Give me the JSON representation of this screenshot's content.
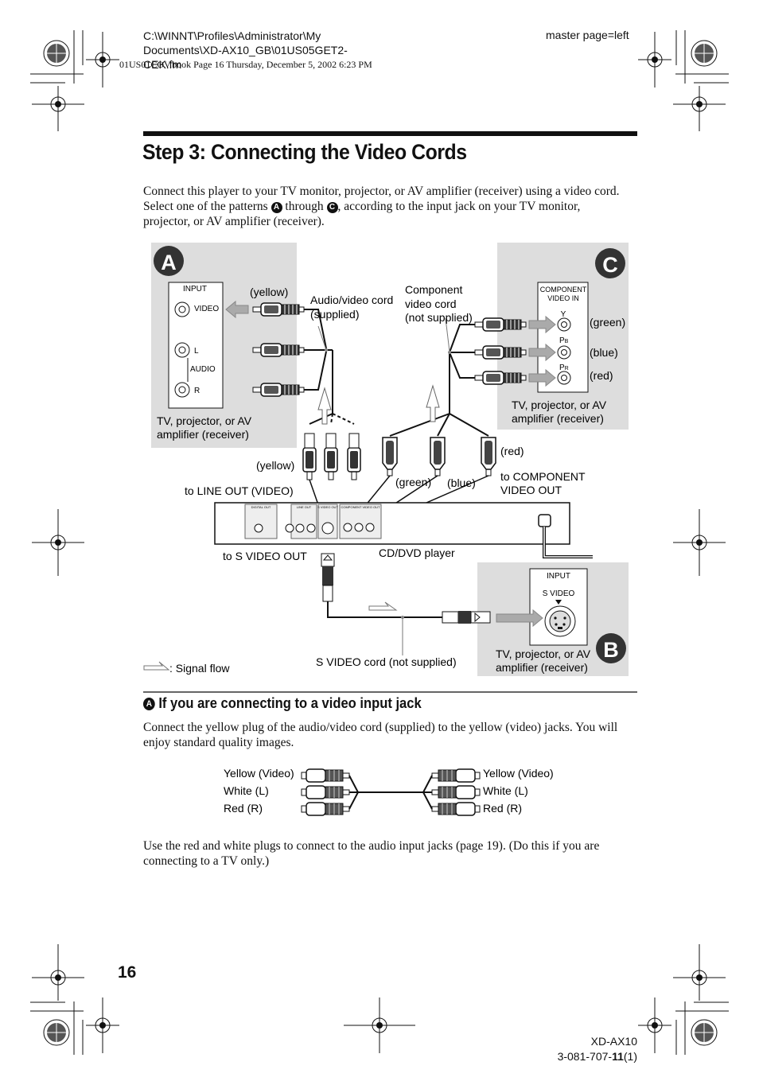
{
  "header": {
    "path": "C:\\WINNT\\Profiles\\Administrator\\My Documents\\XD-AX10_GB\\01US05GET2-CEK.fm",
    "book_info": "01US01COV.book  Page 16  Thursday, December 5, 2002  6:23 PM",
    "master_page": "master page=left"
  },
  "title": "Step 3: Connecting the Video Cords",
  "intro": {
    "line1": "Connect this player to your TV monitor, projector, or AV amplifier (receiver) using a video cord.",
    "line2_pre": "Select one of the patterns ",
    "badge_a": "A",
    "through": " through ",
    "badge_c": "C",
    "line2_post": ", according to the input jack on your TV monitor,",
    "line3": "projector, or AV amplifier (receiver)."
  },
  "diagram": {
    "panel_a": {
      "letter": "A",
      "input_label": "INPUT",
      "jack_video": "VIDEO",
      "jack_l": "L",
      "jack_audio": "AUDIO",
      "jack_r": "R",
      "device": "TV, projector, or AV amplifier (receiver)"
    },
    "panel_b": {
      "letter": "B",
      "input_label": "INPUT",
      "jack_svideo": "S VIDEO",
      "device": "TV, projector, or AV amplifier (receiver)"
    },
    "panel_c": {
      "letter": "C",
      "input_label_1": "COMPONENT",
      "input_label_2": "VIDEO IN",
      "jack_y": "Y",
      "jack_pb": "PB",
      "jack_pr": "PR",
      "green": "(green)",
      "blue": "(blue)",
      "red": "(red)",
      "device": "TV, projector, or AV amplifier (receiver)"
    },
    "labels": {
      "yellow_top": "(yellow)",
      "audio_video_cord": "Audio/video cord (supplied)",
      "component_cord": "Component video cord (not supplied)",
      "yellow_bottom": "(yellow)",
      "to_line_out": "to LINE OUT (VIDEO)",
      "green_plug": "(green)",
      "blue_plug": "(blue)",
      "red_plug": "(red)",
      "to_component_out": "to COMPONENT VIDEO OUT",
      "player": "CD/DVD player",
      "to_s_video_out": "to S VIDEO OUT",
      "s_video_cord": "S VIDEO cord (not supplied)",
      "signal_flow": ": Signal flow"
    },
    "player_panel": {
      "digital_out": "DIGITAL OUT",
      "line_out": "LINE OUT",
      "s_video": "S VIDEO OUT",
      "component": "COMPONENT VIDEO OUT"
    }
  },
  "section_a": {
    "badge": "A",
    "heading": "If you are connecting to a video input jack",
    "body_line1": "Connect the yellow plug of the audio/video cord (supplied) to the yellow (video) jacks. You will",
    "body_line2": "enjoy standard quality images."
  },
  "cord_figure": {
    "left_yellow": "Yellow (Video)",
    "left_white": "White (L)",
    "left_red": "Red (R)",
    "right_yellow": "Yellow (Video)",
    "right_white": "White (L)",
    "right_red": "Red (R)"
  },
  "outro": {
    "line1": "Use the red and white plugs to connect to the audio input jacks (page 19). (Do this if you are",
    "line2": "connecting to a TV only.)"
  },
  "footer": {
    "page_number": "16",
    "model": "XD-AX10",
    "code_pre": "3-081-707-",
    "code_bold": "11",
    "code_post": "(1)"
  }
}
